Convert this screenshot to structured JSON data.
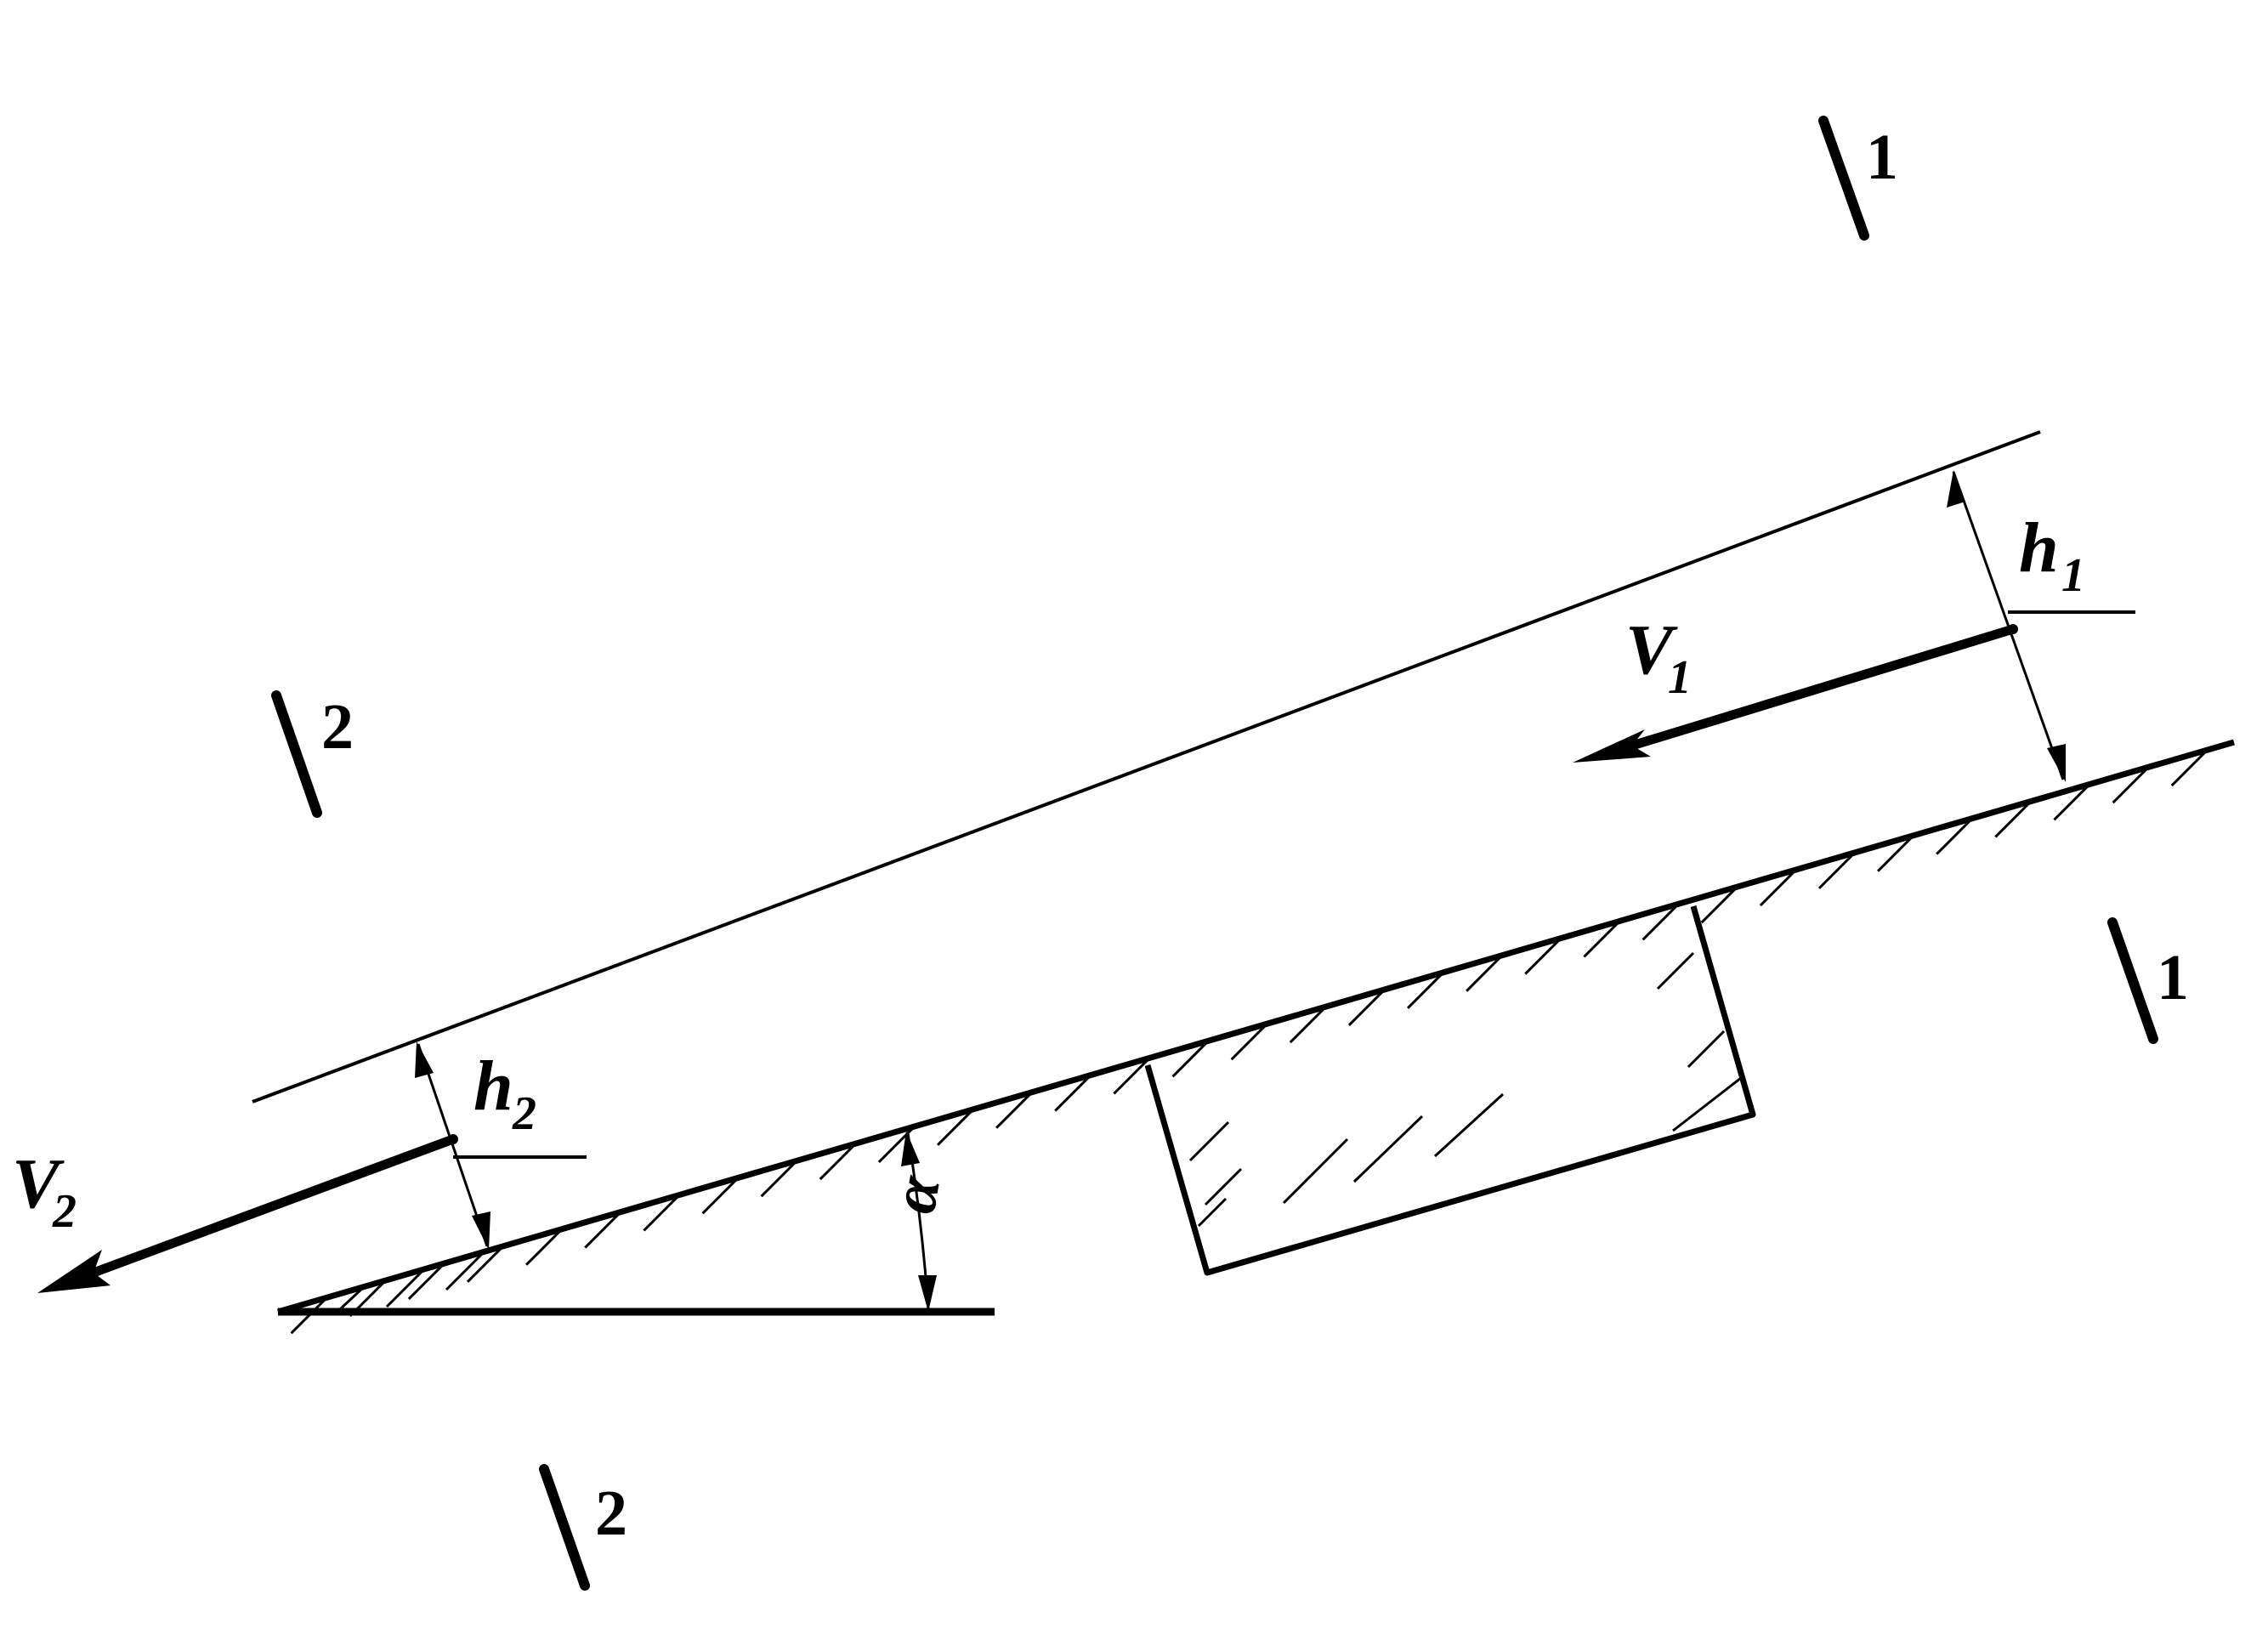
{
  "diagram": {
    "colors": {
      "ink": "#000000",
      "background": "#ffffff"
    },
    "labels": {
      "section_1": "1",
      "section_2": "2",
      "velocity_upstream": "V",
      "velocity_upstream_sub": "1",
      "velocity_downstream": "V",
      "velocity_downstream_sub": "2",
      "depth_upstream": "h",
      "depth_upstream_sub": "1",
      "depth_downstream": "h",
      "depth_downstream_sub": "2",
      "slope_angle": "α"
    }
  }
}
